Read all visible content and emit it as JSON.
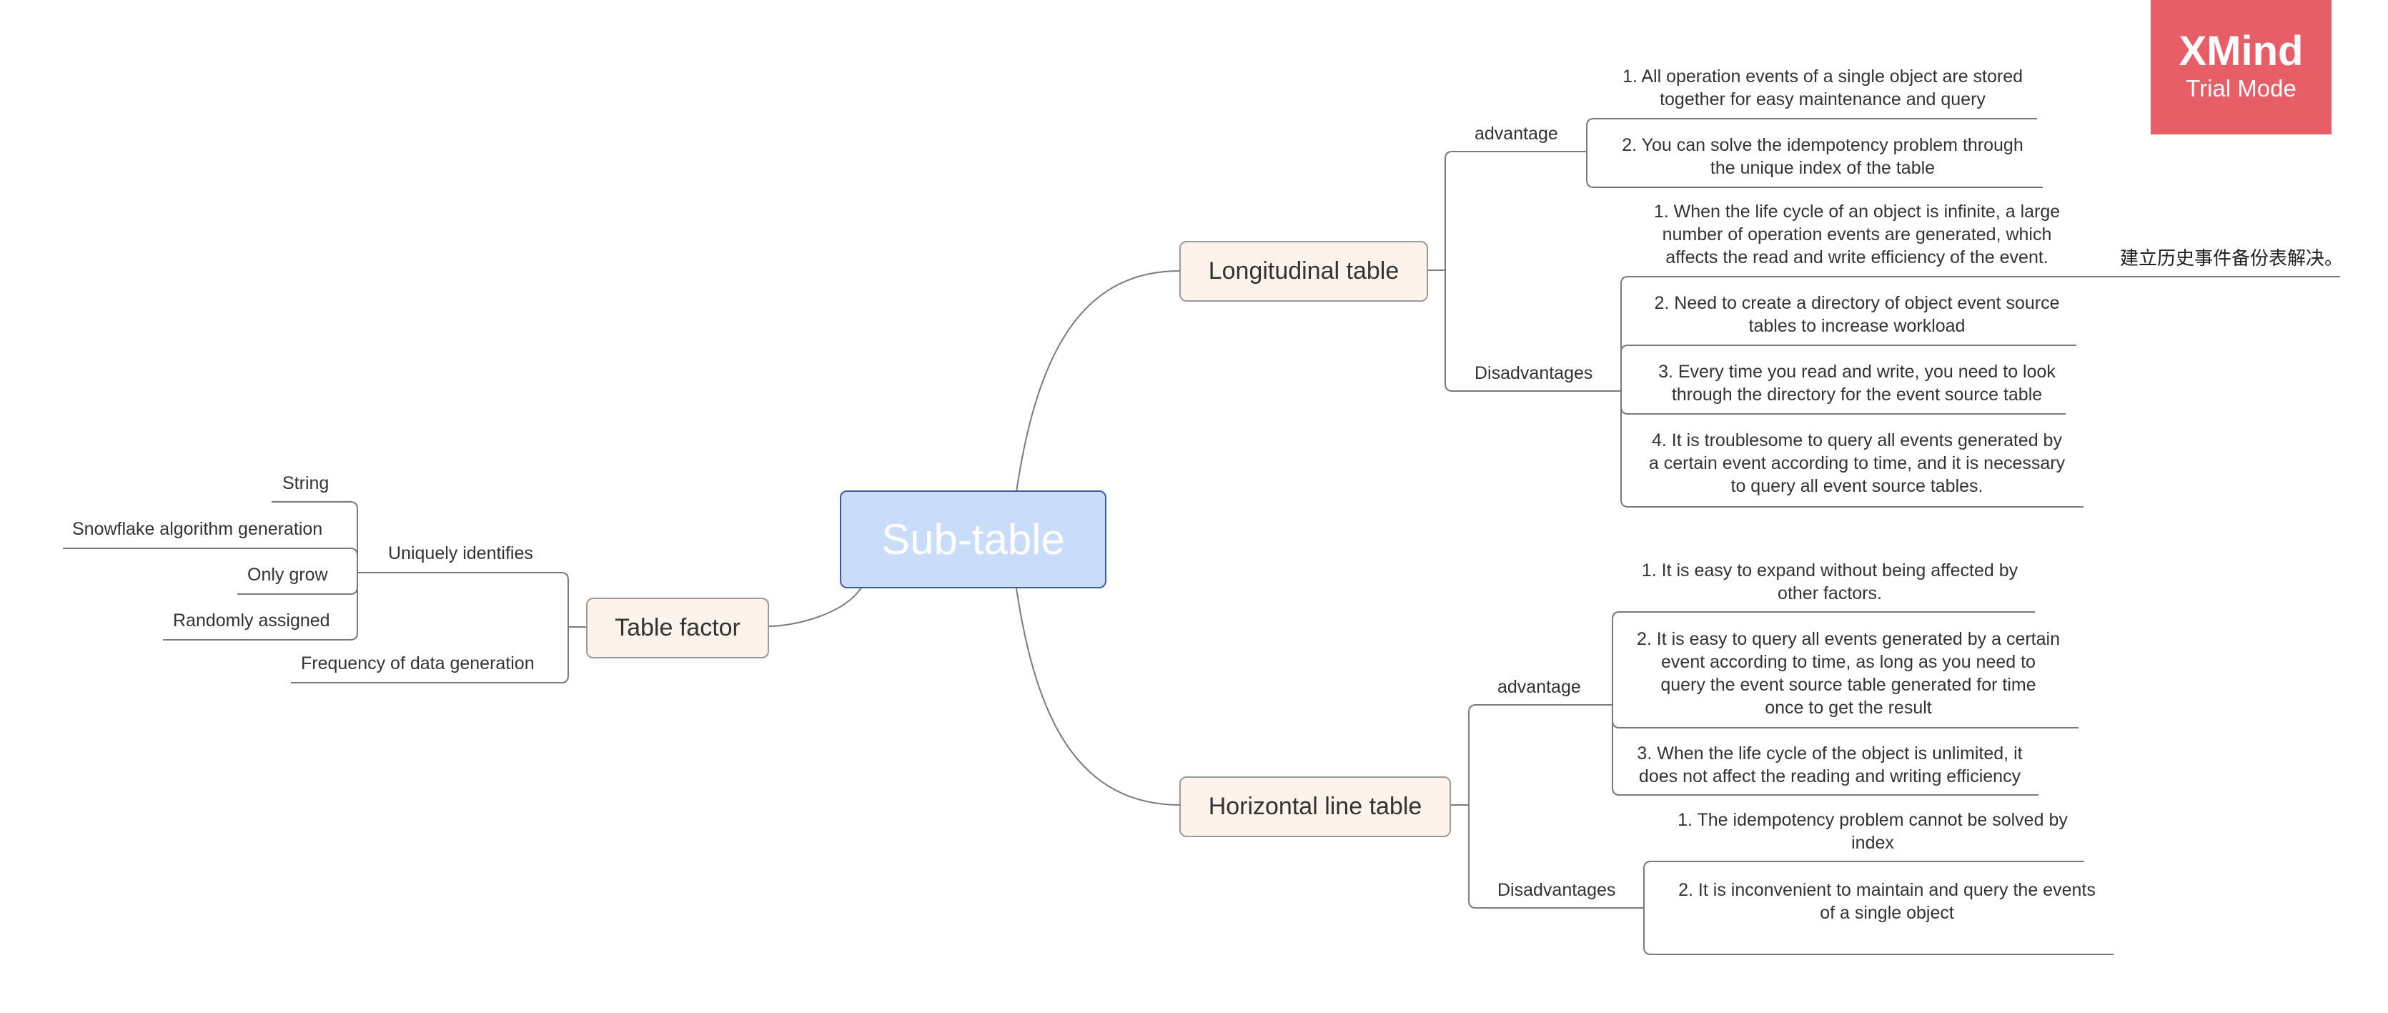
{
  "central": "Sub-table",
  "watermark": {
    "title": "XMind",
    "subtitle": "Trial Mode"
  },
  "longitudinal": {
    "title": "Longitudinal table",
    "advantage_label": "advantage",
    "advantages": [
      "1. All operation events of a single object are stored\ntogether for easy maintenance and query",
      "2. You can solve the idempotency problem through\nthe unique index of the table"
    ],
    "disadvantage_label": "Disadvantages",
    "disadvantages": [
      "1. When the life cycle of an object is infinite, a large\nnumber of operation events are generated, which\naffects the read and write efficiency of the event.",
      "2. Need to create a directory of object event source\ntables to increase workload",
      "3. Every time you read and write, you need to look\nthrough the directory for the event source table",
      "4. It is troublesome to query all events generated by\na certain event according to time, and it is necessary\nto query all event source tables."
    ],
    "note": "建立历史事件备份表解决。"
  },
  "horizontal": {
    "title": "Horizontal line table",
    "advantage_label": "advantage",
    "advantages": [
      "1. It is easy to expand without being affected by\nother factors.",
      "2. It is easy to query all events generated by a certain\nevent according to time, as long as you need to\nquery the event source table generated for time\nonce to get the result",
      "3. When the life cycle of the object is unlimited, it\ndoes not affect the reading and writing efficiency"
    ],
    "disadvantage_label": "Disadvantages",
    "disadvantages": [
      "1. The idempotency problem cannot be solved by\nindex",
      "2. It is inconvenient to maintain and query the events\nof a single object"
    ]
  },
  "table_factor": {
    "title": "Table factor",
    "uniquely_label": "Uniquely identifies",
    "unique_items": [
      "String",
      "Snowflake algorithm generation",
      "Only grow",
      "Randomly assigned"
    ],
    "frequency_label": "Frequency of data generation"
  }
}
